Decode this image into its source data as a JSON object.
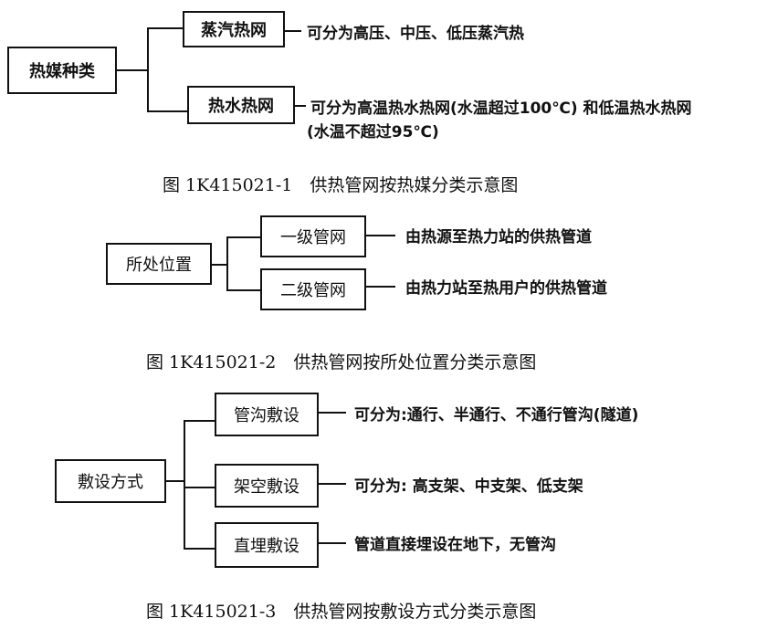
{
  "diagram1": {
    "root": "热媒种类",
    "children": [
      {
        "label": "蒸汽热网",
        "desc": "可分为高压、中压、低压蒸汽热"
      },
      {
        "label": "热水热网",
        "desc": "可分为高温热水热网(水温超过100℃) 和低温热水热网",
        "desc2": "(水温不超过95℃)"
      }
    ],
    "caption": "图 1K415021-1　供热管网按热媒分类示意图"
  },
  "diagram2": {
    "root": "所处位置",
    "children": [
      {
        "label": "一级管网",
        "desc": "由热源至热力站的供热管道"
      },
      {
        "label": "二级管网",
        "desc": "由热力站至热用户的供热管道"
      }
    ],
    "caption": "图 1K415021-2　供热管网按所处位置分类示意图"
  },
  "diagram3": {
    "root": "敷设方式",
    "children": [
      {
        "label": "管沟敷设",
        "desc": "可分为:通行、半通行、不通行管沟(隧道)"
      },
      {
        "label": "架空敷设",
        "desc": "可分为: 高支架、中支架、低支架"
      },
      {
        "label": "直埋敷设",
        "desc": "管道直接埋设在地下，无管沟"
      }
    ],
    "caption": "图 1K415021-3　供热管网按敷设方式分类示意图"
  }
}
